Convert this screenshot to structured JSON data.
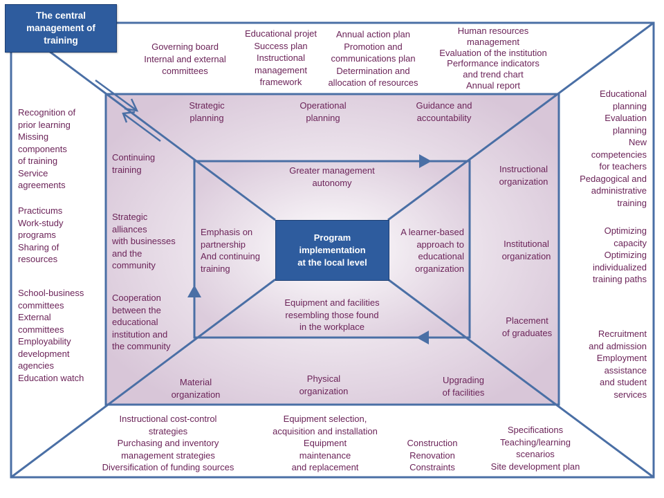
{
  "title_box": "The central\nmanagement of\ntraining",
  "center_box": "Program\nimplementation\nat the local level",
  "top": {
    "governing": "Governing board\nInternal and external\ncommittees",
    "educational_project": "Educational projet\nSuccess plan\nInstructional\nmanagement\nframework",
    "action_plan": "Annual action plan\nPromotion and\ncommunications plan\nDetermination and\nallocation of resources",
    "human_resources": "Human resources\nmanagement\nEvaluation of the institution\nPerformance indicators\nand trend chart\nAnnual report"
  },
  "middle_top": {
    "strategic": "Strategic\nplanning",
    "operational": "Operational\nplanning",
    "guidance": "Guidance and\naccountability"
  },
  "left": {
    "recognition": "Recognition of\nprior learning\nMissing\ncomponents\nof training\nService\nagreements",
    "practicums": "Practicums\nWork-study\nprograms\nSharing of\nresources",
    "school_business": "School-business\ncommittees\nExternal\ncommittees\nEmployability\ndevelopment\nagencies\nEducation watch"
  },
  "middle_left": {
    "continuing": "Continuing\ntraining",
    "alliances": "Strategic\nalliances\nwith businesses\nand the\ncommunity",
    "cooperation": "Cooperation\nbetween the\neducational\ninstitution and\nthe community"
  },
  "inner": {
    "autonomy": "Greater management\nautonomy",
    "partnership": "Emphasis on\npartnership\nAnd continuing\ntraining",
    "learner": "A learner-based\napproach to\neducational\norganization",
    "equipment": "Equipment and facilities\nresembling those found\nin the workplace"
  },
  "middle_right": {
    "instructional": "Instructional\norganization",
    "institutional": "Institutional\norganization",
    "placement": "Placement\nof graduates"
  },
  "right": {
    "educational_planning": "Educational\nplanning\nEvaluation\nplanning\nNew\ncompetencies\nfor teachers\nPedagogical and\nadministrative\ntraining",
    "optimizing": "Optimizing\ncapacity\nOptimizing\nindividualized\ntraining paths",
    "recruitment": "Recruitment\nand admission\nEmployment\nassistance\nand student\nservices"
  },
  "middle_bottom": {
    "material": "Material\norganization",
    "physical": "Physical\norganization",
    "upgrading": "Upgrading\nof facilities"
  },
  "bottom": {
    "cost_control": "Instructional cost-control\nstrategies\nPurchasing and inventory\nmanagement strategies\nDiversification of funding sources",
    "equipment_selection": "Equipment selection,\nacquisition and installation\nEquipment\nmaintenance\nand replacement",
    "construction": "Construction\nRenovation\nConstraints",
    "specifications": "Specifications\nTeaching/learning\nscenarios\nSite development plan"
  },
  "colors": {
    "line": "#4a6fa5",
    "box": "#2e5c9e",
    "text": "#6b2358",
    "shade": "#d9c8d9"
  }
}
